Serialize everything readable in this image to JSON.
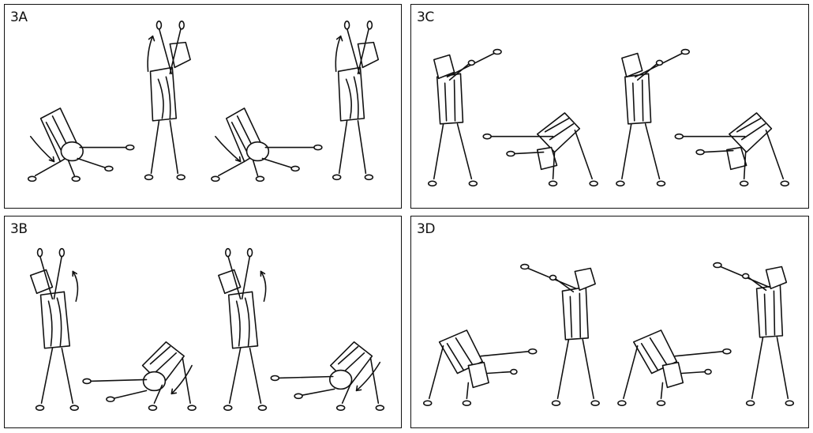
{
  "panels": [
    {
      "id": "3A",
      "label": "3A"
    },
    {
      "id": "3C",
      "label": "3C"
    },
    {
      "id": "3B",
      "label": "3B"
    },
    {
      "id": "3D",
      "label": "3D"
    }
  ],
  "colors": {
    "ink": "#111111",
    "background": "#ffffff"
  }
}
